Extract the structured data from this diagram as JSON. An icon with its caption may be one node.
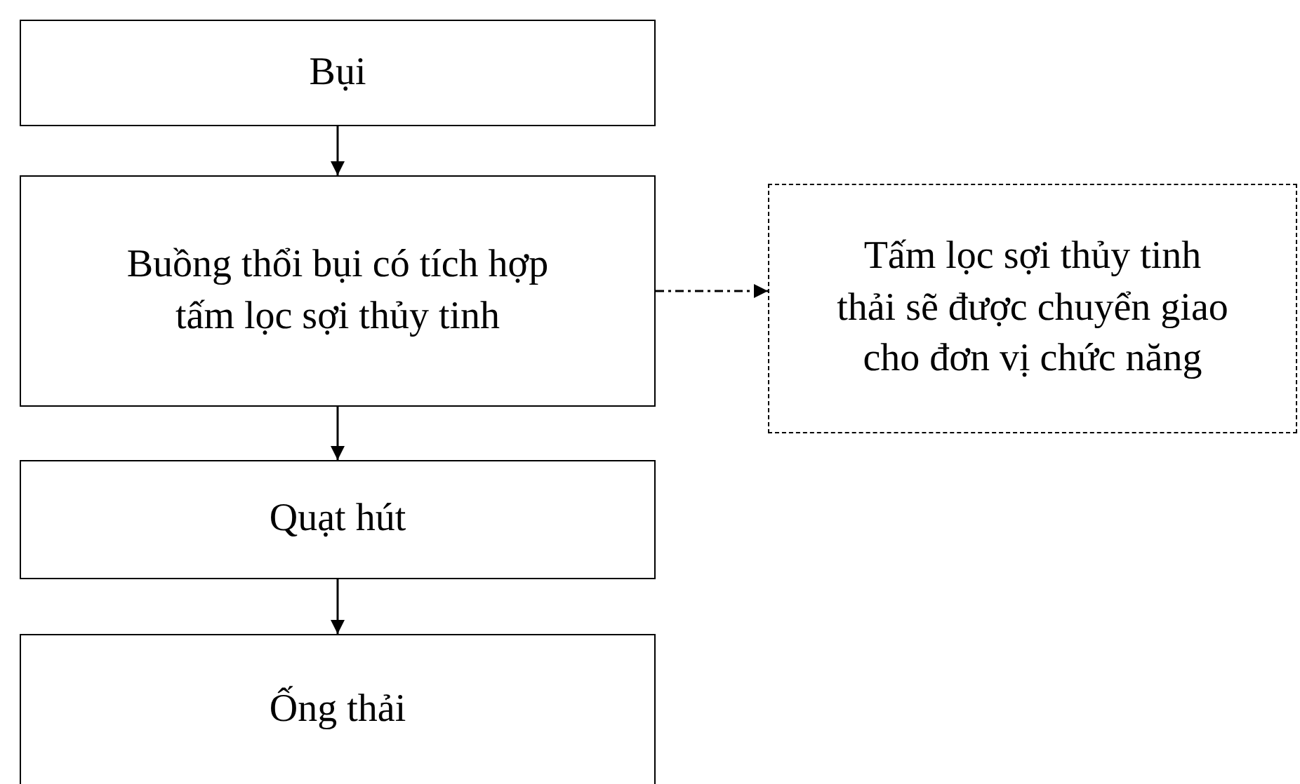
{
  "diagram": {
    "nodes": [
      {
        "text": [
          "Bụi"
        ]
      },
      {
        "text": [
          "Buồng thổi bụi có tích hợp tấm lọc sợi thủy tinh"
        ]
      },
      {
        "text": [
          "Tấm lọc sợi thủy tinh thải sẽ được chuyển giao cho đơn vị chức năng"
        ]
      },
      {
        "text": [
          "Quạt hút"
        ]
      },
      {
        "text": [
          "Ống thải"
        ]
      }
    ],
    "edges": [
      {
        "from": 0,
        "to": 1,
        "arrow": "to"
      },
      {
        "from": 1,
        "to": 2,
        "arrow": "to",
        "style": "dashed"
      },
      {
        "from": 1,
        "to": 3,
        "arrow": "to"
      },
      {
        "from": 3,
        "to": 4,
        "arrow": "to"
      }
    ]
  }
}
